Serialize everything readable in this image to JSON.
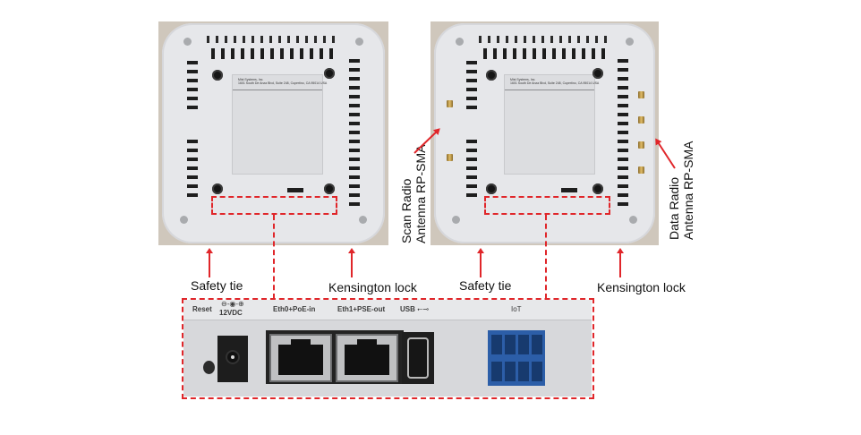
{
  "figure": {
    "description": "Mist access point rear view with port panel callouts"
  },
  "photos": [
    {
      "id": "left",
      "view": "AP bottom view (internal antennas)",
      "label_text": {
        "company": "Mist Systems, Inc.",
        "address": "1601 South De Anza Blvd, Suite 248, Cupertino, CA 95014 USA"
      }
    },
    {
      "id": "right",
      "view": "AP bottom view (external antennas)",
      "label_text": {
        "company": "Mist Systems, Inc.",
        "address": "1601 South De Anza Blvd, Suite 248, Cupertino, CA 95014 USA"
      }
    }
  ],
  "callouts": {
    "left_safety_tie": "Safety tie",
    "left_kensington": "Kensington lock",
    "right_safety_tie": "Safety tie",
    "right_kensington": "Kensington lock",
    "scan_radio_line1": "Scan Radio",
    "scan_radio_line2": "Antenna RP-SMA",
    "data_radio_line1": "Data Radio",
    "data_radio_line2": "Antenna RP-SMA"
  },
  "port_panel": {
    "ports": [
      {
        "label": "Reset",
        "type": "reset-button"
      },
      {
        "label": "12VDC",
        "type": "dc-jack",
        "symbol": "⊖-◉-⊕"
      },
      {
        "label": "Eth0+PoE-in",
        "type": "rj45"
      },
      {
        "label": "Eth1+PSE-out",
        "type": "rj45"
      },
      {
        "label": "USB",
        "type": "usb-a",
        "symbol": "⭠⊸"
      },
      {
        "label": "IoT",
        "type": "iot-terminal-block"
      }
    ]
  },
  "colors": {
    "callout_red": "#e0262a",
    "iot_blue": "#2c5ea8"
  }
}
